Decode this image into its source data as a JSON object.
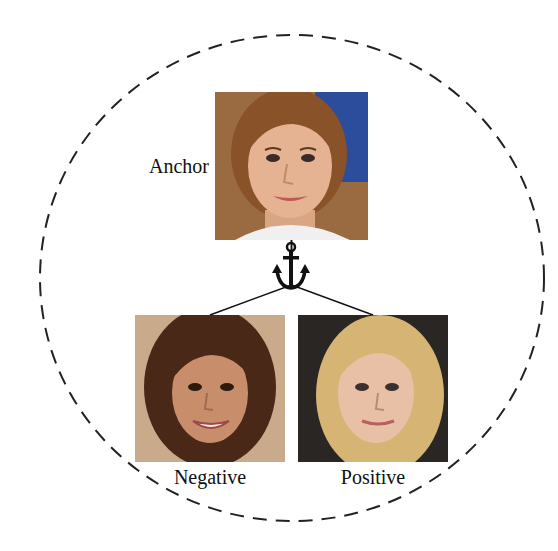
{
  "diagram": {
    "nodes": [
      {
        "text": [
          "Anchor"
        ]
      },
      {
        "text": [
          "Negative"
        ]
      },
      {
        "text": [
          "Positive"
        ]
      }
    ],
    "edges": [
      {
        "from": 0,
        "to": 1,
        "arrow": "none"
      },
      {
        "from": 0,
        "to": 2,
        "arrow": "none"
      }
    ]
  }
}
